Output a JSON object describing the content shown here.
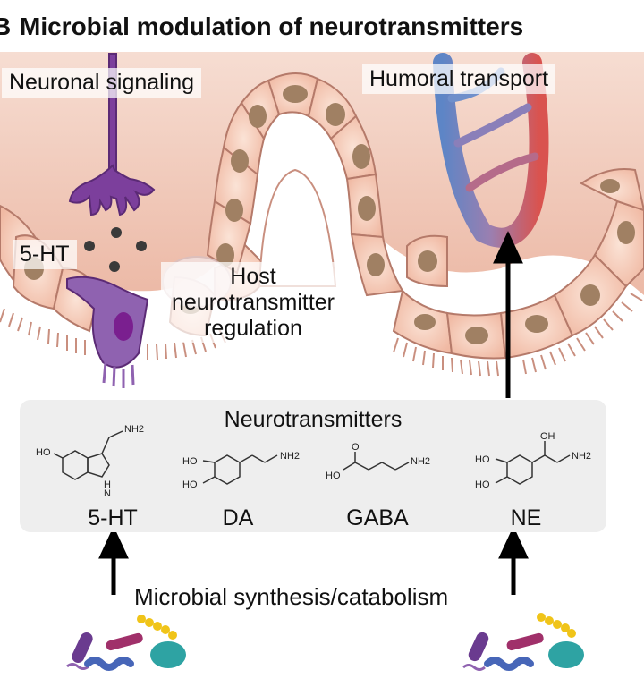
{
  "figure": {
    "panel_letter": "B",
    "title": "Microbial modulation of neurotransmitters"
  },
  "labels": {
    "neuronal_signaling": "Neuronal signaling",
    "humoral_transport": "Humoral transport",
    "five_ht_local": "5-HT",
    "host_regulation_line1": "Host",
    "host_regulation_line2": "neurotransmitter",
    "host_regulation_line3": "regulation"
  },
  "neurotransmitters": {
    "heading": "Neurotransmitters",
    "molecules": [
      {
        "name": "5-HT",
        "groups": [
          "HO",
          "NH2",
          "H",
          "N"
        ]
      },
      {
        "name": "DA",
        "groups": [
          "HO",
          "HO",
          "NH2"
        ]
      },
      {
        "name": "GABA",
        "groups": [
          "O",
          "HO",
          "NH2"
        ]
      },
      {
        "name": "NE",
        "groups": [
          "OH",
          "HO",
          "HO",
          "NH2"
        ]
      }
    ]
  },
  "bottom": {
    "synthesis_label": "Microbial synthesis/catabolism"
  },
  "colors": {
    "tissue": "#f2c9b8",
    "cell_fill": "#f7d2c0",
    "nucleus": "#a08063",
    "neuron": "#7c3f9c",
    "vessel_venous": "#5d85c6",
    "vessel_arterial": "#d9534f",
    "panel_bg": "#eeeeee"
  }
}
